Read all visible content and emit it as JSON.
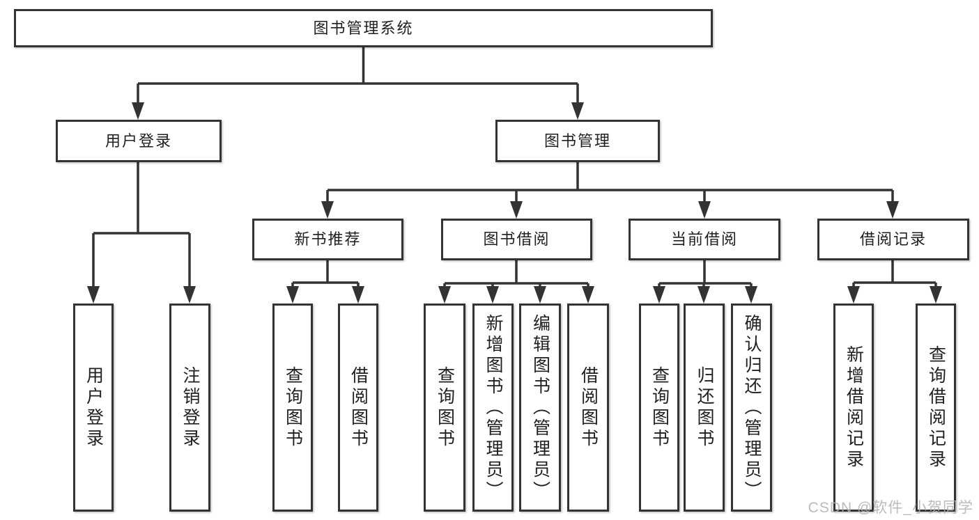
{
  "diagram_title": "图书管理系统",
  "nodes": {
    "root": "图书管理系统",
    "user_login": "用户登录",
    "book_mgmt": "图书管理",
    "new_books": "新书推荐",
    "book_borrow": "图书借阅",
    "current_borrow": "当前借阅",
    "borrow_records": "借阅记录",
    "leaf_user_login": "用户登录",
    "leaf_logout": "注销登录",
    "leaf_nb_query": "查询图书",
    "leaf_nb_borrow": "借阅图书",
    "leaf_bb_query": "查询图书",
    "leaf_bb_add": "新增图书（管理员）",
    "leaf_bb_edit": "编辑图书（管理员）",
    "leaf_bb_borrow": "借阅图书",
    "leaf_cb_query": "查询图书",
    "leaf_cb_return": "归还图书",
    "leaf_cb_confirm": "确认归还（管理员）",
    "leaf_br_add": "新增借阅记录",
    "leaf_br_query": "查询借阅记录"
  },
  "watermark": "CSDN @软件_小贺同学",
  "colors": {
    "line": "#333333",
    "text": "#1f1f1f",
    "background": "#ffffff",
    "watermark": "#b0b0b0"
  }
}
